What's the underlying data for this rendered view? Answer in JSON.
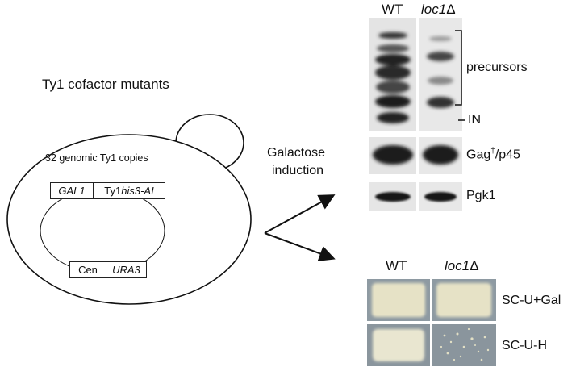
{
  "left": {
    "title": "Ty1 cofactor mutants",
    "genomic_label": "32 genomic Ty1 copies",
    "plasmid": {
      "promoter": "GAL1",
      "ty1_prefix": "Ty1",
      "ty1_suffix": "his3-AI",
      "cen": "Cen",
      "marker": "URA3"
    }
  },
  "middle": {
    "induction_line1": "Galactose",
    "induction_line2": "induction"
  },
  "western": {
    "col_wt": "WT",
    "col_mut_prefix": "loc1",
    "col_mut_suffix": "Δ",
    "precursors": "precursors",
    "in_label": "IN",
    "gag_prefix": "Gag",
    "gag_sup": "†",
    "gag_suffix": "/p45",
    "pgk": "Pgk1"
  },
  "growth": {
    "col_wt": "WT",
    "col_mut_prefix": "loc1",
    "col_mut_suffix": "Δ",
    "row1": "SC-U+Gal",
    "row2": "SC-U-H"
  },
  "colors": {
    "blot_bg": "#e6e6e6",
    "band_dark": "#1a1a1a",
    "plate_bg": "#8e9aa2",
    "colony": "#e9e6cf"
  }
}
